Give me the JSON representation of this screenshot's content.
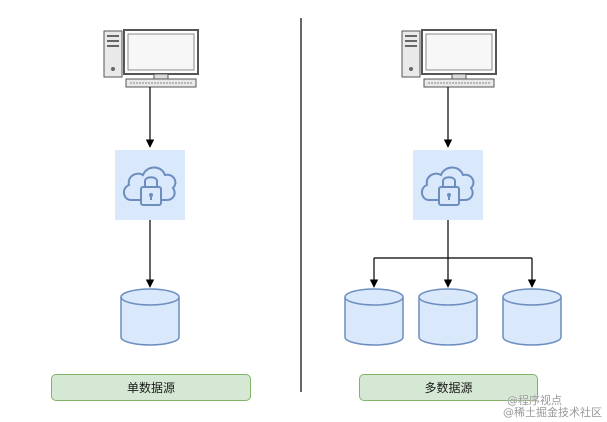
{
  "left_panel": {
    "label": "单数据源"
  },
  "right_panel": {
    "label": "多数据源"
  },
  "watermark": {
    "line1": "@程序视点",
    "line2": "@稀土掘金技术社区"
  },
  "colors": {
    "node_fill": "#dae8fc",
    "node_stroke": "#6c8ebf",
    "label_fill": "#d5e8d4",
    "label_stroke": "#82b366",
    "connector": "#000000",
    "divider": "#333333"
  },
  "icons": [
    "computer-icon",
    "cloud-lock-icon",
    "database-icon"
  ]
}
